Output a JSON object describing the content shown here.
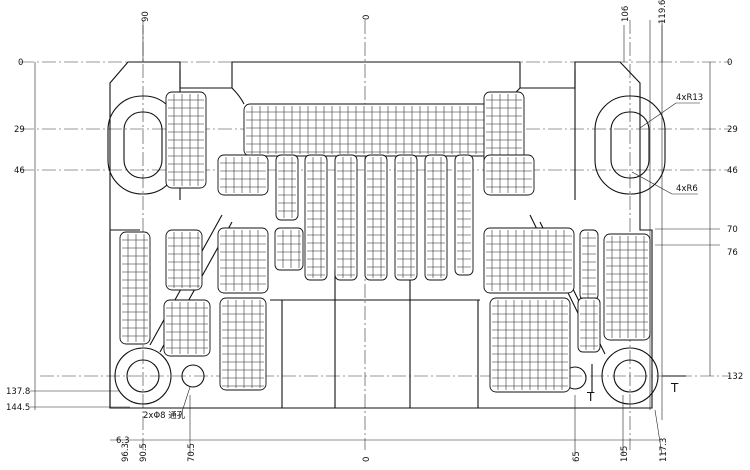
{
  "dimensions": {
    "top": [
      "90",
      "0",
      "106",
      "119.6"
    ],
    "left": [
      "0",
      "29",
      "46",
      "137.8",
      "144.5"
    ],
    "right": [
      "0",
      "29",
      "46",
      "70",
      "76",
      "132"
    ],
    "bottom": [
      "96.3",
      "90.5",
      "70.5",
      "0",
      "65",
      "105",
      "117.3"
    ],
    "small": "6.3"
  },
  "callouts": {
    "slot_radius": "4xR13",
    "slot_inner_radius": "4xR6",
    "bolt_holes": "2xΦ8 通孔",
    "section_mark": "T"
  }
}
